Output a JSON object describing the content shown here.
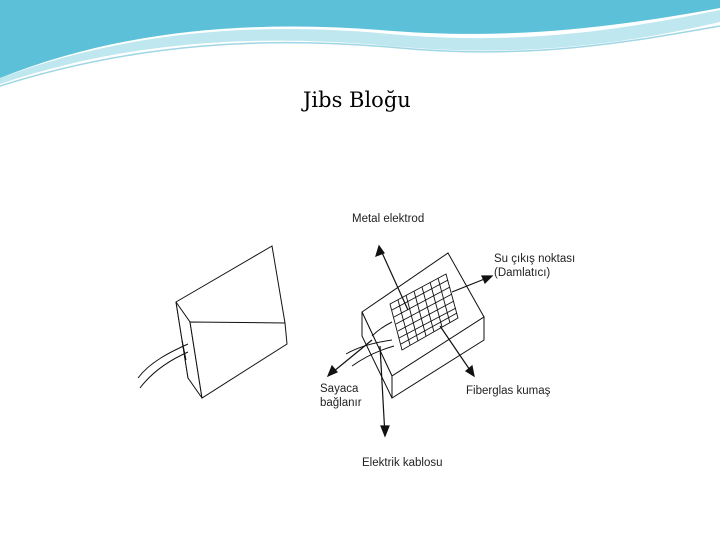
{
  "slide": {
    "title": "Jibs Bloğu"
  },
  "labels": {
    "metal_electrode": "Metal elektrod",
    "water_outlet_line1": "Su çıkış noktası",
    "water_outlet_line2": "(Damlatıcı)",
    "counter_line1": "Sayaca",
    "counter_line2": "bağlanır",
    "fiberglass": "Fiberglas kumaş",
    "electric_cable": "Elektrik kablosu"
  },
  "colors": {
    "header_blue": "#5cc1d8",
    "header_light": "#bfe7f0",
    "line": "#111111"
  }
}
